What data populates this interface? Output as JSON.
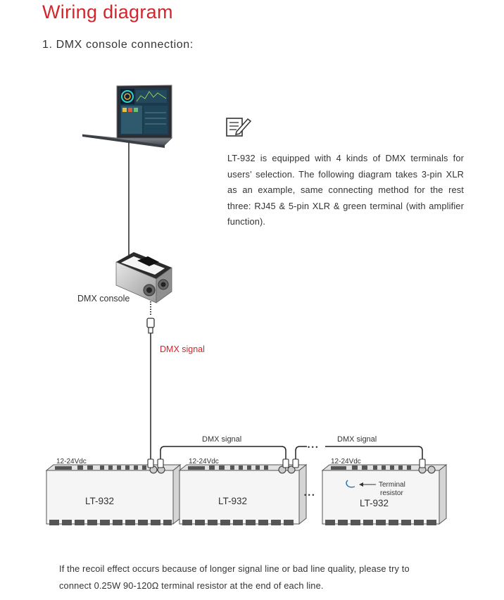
{
  "title": "Wiring diagram",
  "section": "1. DMX console connection:",
  "note": "LT-932 is equipped with 4 kinds of DMX terminals for users’ selection. The following diagram takes 3-pin XLR as an example, same connecting method for the rest three: RJ45 & 5-pin XLR  & green terminal (with amplifier function).",
  "labels": {
    "dmx_console": "DMX console",
    "dmx_signal_main": "DMX signal",
    "dmx_signal_1": "DMX signal",
    "dmx_signal_2": "DMX signal",
    "dots_top": "• • •",
    "dots_mid": "• • •",
    "terminal_resistor_1": "Terminal",
    "terminal_resistor_2": "resistor"
  },
  "devices": [
    {
      "voltage": "12-24Vdc",
      "model": "LT-932"
    },
    {
      "voltage": "12-24Vdc",
      "model": "LT-932"
    },
    {
      "voltage": "12-24Vdc",
      "model": "LT-932"
    }
  ],
  "footer": {
    "line1": "If the recoil effect occurs because of longer signal line or bad line quality, please try to",
    "line2": "connect 0.25W 90-120Ω terminal resistor at the end of each line."
  },
  "colors": {
    "accent": "#d2262c",
    "text": "#333333",
    "device_body": "#f4f4f4",
    "device_edge": "#555555"
  }
}
